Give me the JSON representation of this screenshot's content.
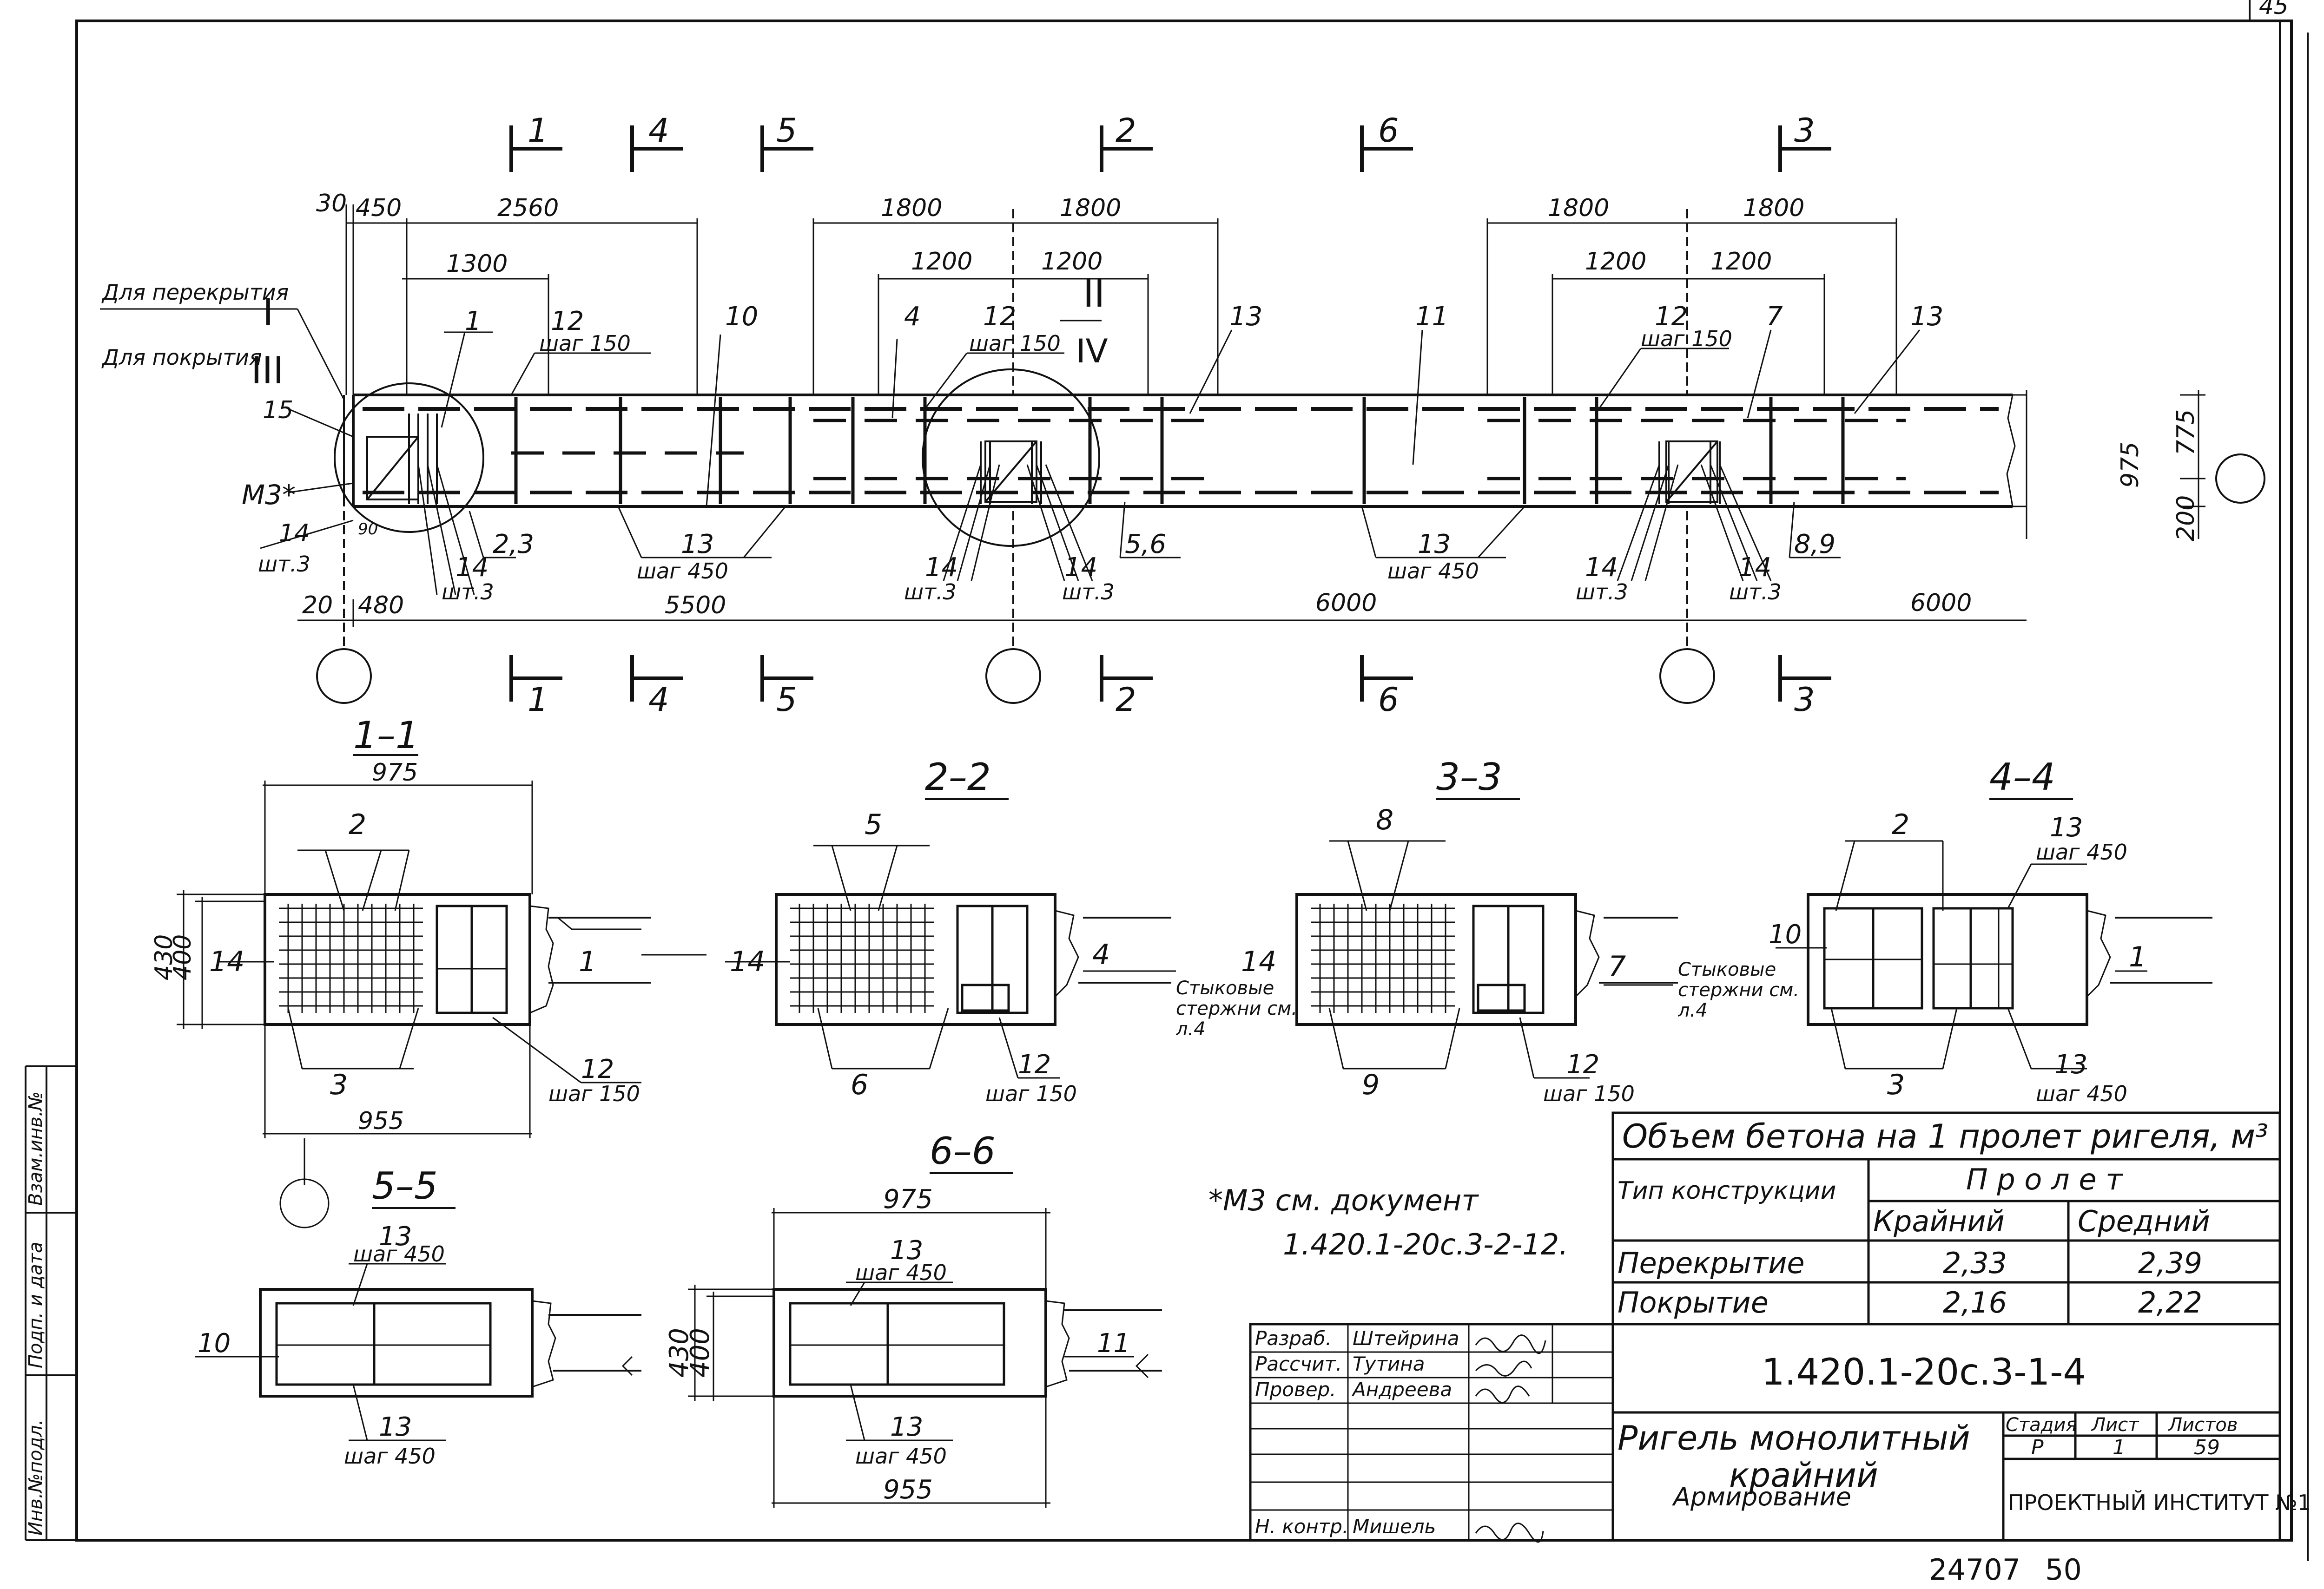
{
  "drawing": {
    "side_margin": {
      "inv_podl": "Инв.№подл.",
      "podp_data": "Подп. и дата",
      "vzam_inv": "Взам.инв.№"
    },
    "corner_mark": "45",
    "elevation": {
      "section_marks": [
        "1",
        "4",
        "5",
        "2",
        "6",
        "3"
      ],
      "dims_top": {
        "d30": "30",
        "d450": "450",
        "d2560": "2560",
        "d1300": "1300",
        "d1800a": "1800",
        "d1800b": "1800",
        "d1200a": "1200",
        "d1200b": "1200",
        "d1800c": "1800",
        "d1800d": "1800",
        "d1200c": "1200",
        "d1200d": "1200"
      },
      "dims_bottom": {
        "d20": "20",
        "d480": "480",
        "d5500": "5500",
        "d6000a": "6000",
        "d6000b": "6000"
      },
      "dims_right": {
        "d975": "975",
        "d775": "775",
        "d200": "200"
      },
      "dlya_perekrytiya": "Для перекрытия",
      "dlya_pokrytiya": "Для покрытия",
      "roman_I": "I",
      "roman_III": "III",
      "roman_II": "II",
      "roman_IV": "IV",
      "m3_label": "М3*",
      "positions": {
        "p1": "1",
        "p10": "10",
        "p4": "4",
        "p12a": "12",
        "p12b": "12",
        "p12c": "12",
        "p13a": "13",
        "p11": "11",
        "p7": "7",
        "p13b": "13",
        "p15": "15",
        "p14a": "14",
        "p14b": "14",
        "p14c": "14",
        "p14d": "14",
        "p14e": "14",
        "p23": "2,3",
        "p56": "5,6",
        "p89": "8,9",
        "p13c": "13",
        "p13d": "13",
        "p13e": "13"
      },
      "shag150": "шаг 150",
      "shag450": "шаг 450",
      "sht3": "шт.3",
      "d90": "90"
    },
    "sections": {
      "s11": {
        "title": "1–1",
        "w_top": "975",
        "w_bot": "955",
        "h430": "430",
        "h400": "400",
        "p2": "2",
        "p3": "3",
        "p14": "14",
        "p1": "1",
        "p12": "12",
        "shag": "шаг 150"
      },
      "s22": {
        "title": "2–2",
        "p5": "5",
        "p6": "6",
        "p14": "14",
        "p4": "4",
        "p12": "12",
        "shag": "шаг 150",
        "note": "Стыковые стержни см. л.4"
      },
      "s33": {
        "title": "3–3",
        "p8": "8",
        "p9": "9",
        "p14": "14",
        "p7": "7",
        "p12": "12",
        "shag": "шаг 150",
        "note": "Стыковые стержни см. л.4"
      },
      "s44": {
        "title": "4–4",
        "p2": "2",
        "p3": "3",
        "p10": "10",
        "p1": "1",
        "p13a": "13",
        "p13b": "13",
        "shag": "шаг 450"
      },
      "s55": {
        "title": "5–5",
        "p10": "10",
        "p13a": "13",
        "p13b": "13",
        "shag": "шаг 450"
      },
      "s66": {
        "title": "6–6",
        "w_top": "975",
        "w_bot": "955",
        "h430": "430",
        "h400": "400",
        "p11": "11",
        "p13a": "13",
        "p13b": "13",
        "shag": "шаг 450"
      }
    },
    "note": {
      "line1": "*М3 см. документ",
      "line2": "1.420.1-20с.3-2-12."
    },
    "volume_table": {
      "title": "Объем бетона на 1 пролет ригеля, м³",
      "col_type": "Тип конструкции",
      "col_span": "П р о л е т",
      "col_edge": "Крайний",
      "col_mid": "Средний",
      "rows": [
        {
          "name": "Перекрытие",
          "edge": "2,33",
          "mid": "2,39"
        },
        {
          "name": "Покрытие",
          "edge": "2,16",
          "mid": "2,22"
        }
      ]
    },
    "stamp": {
      "doc_code": "1.420.1-20с.3-1-4",
      "title1": "Ригель монолитный",
      "title2": "крайний",
      "subtitle": "Армирование",
      "stadia_label": "Стадия",
      "list_label": "Лист",
      "listov_label": "Листов",
      "stadia": "Р",
      "list": "1",
      "listov": "59",
      "org": "ПРОЕКТНЫЙ ИНСТИТУТ №1",
      "roles": [
        {
          "role": "Разраб.",
          "name": "Штейрина"
        },
        {
          "role": "Рассчит.",
          "name": "Тутина"
        },
        {
          "role": "Провер.",
          "name": "Андреева"
        },
        {
          "role": "Н. контр.",
          "name": "Мишель"
        }
      ]
    },
    "footer": {
      "inv": "24707",
      "num": "50"
    }
  }
}
